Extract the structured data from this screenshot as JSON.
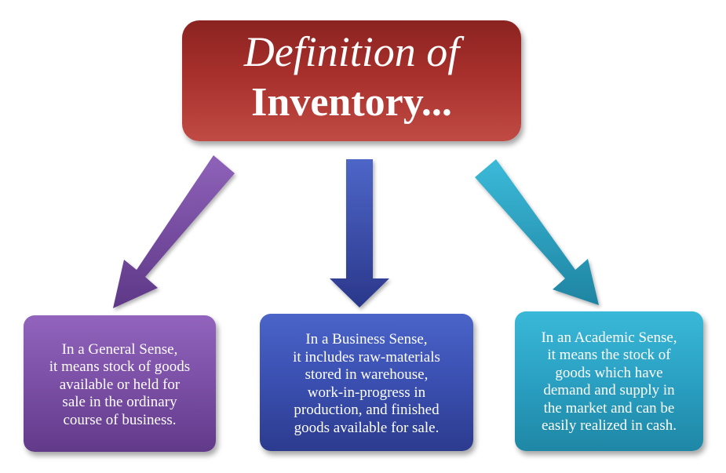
{
  "title": {
    "line1": "Definition of",
    "line2": "Inventory..."
  },
  "cards": [
    {
      "name": "general",
      "lines": [
        "In a General Sense,",
        "it means stock of goods",
        "available or held for",
        "sale in the ordinary",
        "course of business."
      ]
    },
    {
      "name": "business",
      "lines": [
        "In a Business Sense,",
        "it includes raw-materials",
        "stored in warehouse,",
        "work-in-progress in",
        "production, and finished",
        "goods available for sale."
      ]
    },
    {
      "name": "academic",
      "lines": [
        "In an Academic Sense,",
        "it means the stock of",
        "goods which have",
        "demand and supply in",
        "the market and can be",
        "easily realized in cash."
      ]
    }
  ],
  "colors": {
    "title": "#a8302c",
    "general": "#7a4fa5",
    "business": "#3a4fb0",
    "academic": "#2aa0c2"
  }
}
